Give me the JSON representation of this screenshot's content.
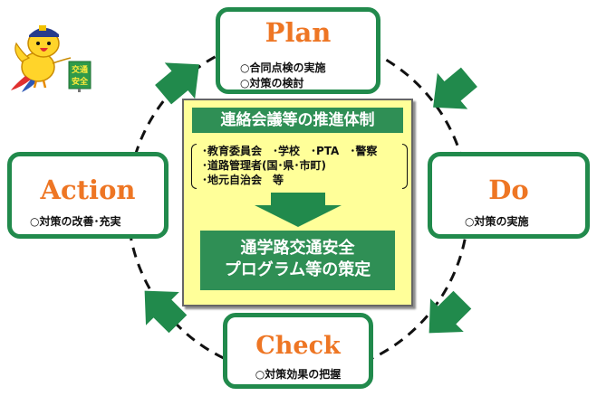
{
  "cycle": {
    "plan": {
      "title": "Plan",
      "items": [
        "○合同点検の実施",
        "○対策の検討"
      ]
    },
    "do": {
      "title": "Do",
      "items": [
        "○対策の実施"
      ]
    },
    "check": {
      "title": "Check",
      "items": [
        "○対策効果の把握"
      ]
    },
    "action": {
      "title": "Action",
      "items": [
        "○対策の改善･充実"
      ]
    }
  },
  "center": {
    "header": "連絡会議等の推進体制",
    "members": [
      "･教育委員会　･学校　･PTA　･警察",
      "･道路管理者(国･県･市町)",
      "･地元自治会　等"
    ],
    "result_lines": [
      "通学路交通安全",
      "プログラム等の策定"
    ]
  },
  "mascot": {
    "sign_text": [
      "交通",
      "安全"
    ]
  },
  "colors": {
    "box_border": "#218a4c",
    "title": "#ee7624",
    "arrow": "#218a4c",
    "center_fill": "#ffff99",
    "center_bar": "#2f8f55"
  }
}
